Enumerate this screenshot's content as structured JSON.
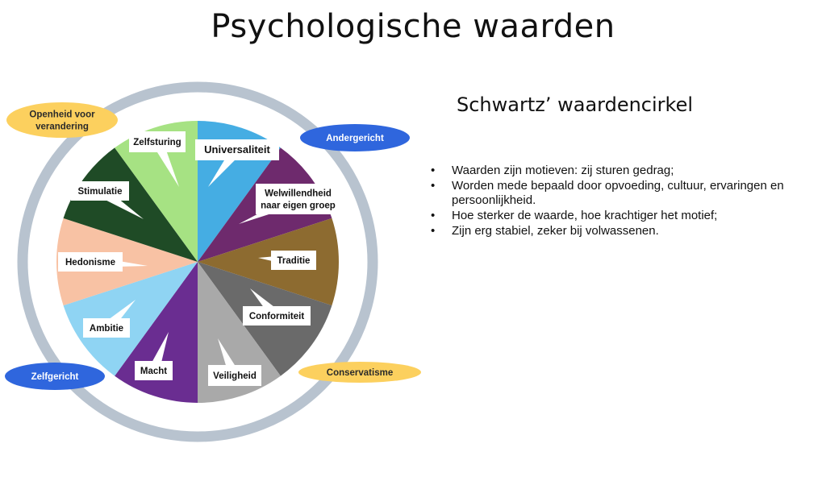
{
  "title": "Psychologische waarden",
  "subtitle": "Schwartz’ waardencirkel",
  "bullets": [
    "Waarden zijn motieven: zij sturen gedrag;",
    "Worden mede bepaald door opvoeding, cultuur, ervaringen en persoonlijkheid.",
    "Hoe sterker de waarde, hoe krachtiger het motief;",
    "Zijn erg stabiel, zeker bij volwassenen."
  ],
  "bullet_symbol": "•",
  "segments": [
    {
      "label": [
        "Universaliteit"
      ],
      "color": "#45ade3"
    },
    {
      "label": [
        "Welwillendheid",
        "naar eigen groep"
      ],
      "color": "#6e2a6d"
    },
    {
      "label": [
        "Traditie"
      ],
      "color": "#8d6b30"
    },
    {
      "label": [
        "Conformiteit"
      ],
      "color": "#6a6a6a"
    },
    {
      "label": [
        "Veiligheid"
      ],
      "color": "#a9a9a9"
    },
    {
      "label": [
        "Macht"
      ],
      "color": "#6a2d91"
    },
    {
      "label": [
        "Ambitie"
      ],
      "color": "#8fd4f3"
    },
    {
      "label": [
        "Hedonisme"
      ],
      "color": "#f8c2a4"
    },
    {
      "label": [
        "Stimulatie"
      ],
      "color": "#1f4b26"
    },
    {
      "label": [
        "Zelfsturing"
      ],
      "color": "#a6e283"
    }
  ],
  "quadrants": [
    {
      "label": [
        "Openheid voor",
        "verandering"
      ],
      "fill": "#fcd05e",
      "text_color": "#2b2b2b"
    },
    {
      "label": [
        "Andergericht"
      ],
      "fill": "#2f66dd",
      "text_color": "#ffffff"
    },
    {
      "label": [
        "Zelfgericht"
      ],
      "fill": "#2f66dd",
      "text_color": "#ffffff"
    },
    {
      "label": [
        "Conservatisme"
      ],
      "fill": "#fcd05e",
      "text_color": "#2b2b2b"
    }
  ],
  "ring_color": "#b8c3cf"
}
